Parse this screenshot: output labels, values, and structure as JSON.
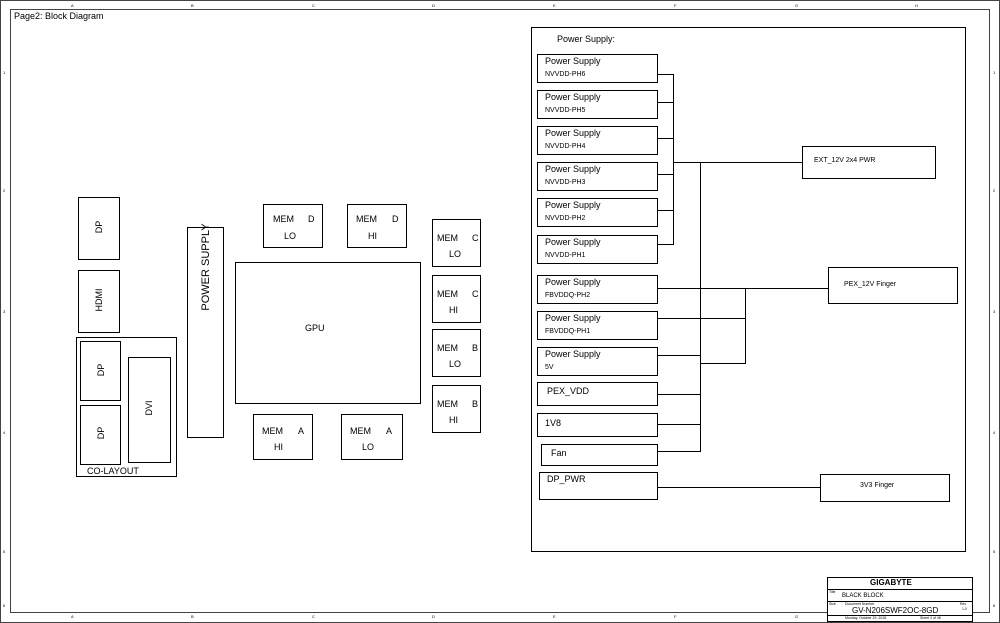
{
  "page_title": "Page2: Block Diagram",
  "frame": {
    "cols": [
      "A",
      "B",
      "C",
      "D",
      "E",
      "F",
      "G",
      "H"
    ],
    "rows": [
      "1",
      "2",
      "3",
      "4",
      "5",
      "6"
    ]
  },
  "left": {
    "dp_top": "DP",
    "hdmi": "HDMI",
    "dp_a": "DP",
    "dp_b": "DP",
    "dvi": "DVI",
    "colayout": "CO-LAYOUT",
    "power_supply_vertical": "POWER SUPPLY"
  },
  "gpu": "GPU",
  "mem": {
    "d_lo": {
      "l1": "MEM",
      "ch": "D",
      "l2": "LO"
    },
    "d_hi": {
      "l1": "MEM",
      "ch": "D",
      "l2": "HI"
    },
    "c_lo": {
      "l1": "MEM",
      "ch": "C",
      "l2": "LO"
    },
    "c_hi": {
      "l1": "MEM",
      "ch": "C",
      "l2": "HI"
    },
    "b_lo": {
      "l1": "MEM",
      "ch": "B",
      "l2": "LO"
    },
    "b_hi": {
      "l1": "MEM",
      "ch": "B",
      "l2": "HI"
    },
    "a_hi": {
      "l1": "MEM",
      "ch": "A",
      "l2": "HI"
    },
    "a_lo": {
      "l1": "MEM",
      "ch": "A",
      "l2": "LO"
    }
  },
  "power": {
    "header": "Power Supply:",
    "supplies": [
      {
        "title": "Power Supply",
        "sub": "NVVDD-PH6"
      },
      {
        "title": "Power Supply",
        "sub": "NVVDD-PH5"
      },
      {
        "title": "Power Supply",
        "sub": "NVVDD-PH4"
      },
      {
        "title": "Power Supply",
        "sub": "NVVDD-PH3"
      },
      {
        "title": "Power Supply",
        "sub": "NVVDD-PH2"
      },
      {
        "title": "Power Supply",
        "sub": "NVVDD-PH1"
      },
      {
        "title": "Power Supply",
        "sub": "FBVDDQ-PH2"
      },
      {
        "title": "Power Supply",
        "sub": "FBVDDQ-PH1"
      },
      {
        "title": "Power Supply",
        "sub": "5V"
      }
    ],
    "pex_vdd": "PEX_VDD",
    "v1v8": "1V8",
    "fan": "Fan",
    "dp_pwr": "DP_PWR",
    "ext_12v": "EXT_12V 2x4 PWR",
    "pex_12v": "PEX_12V Finger",
    "v3v3": "3V3 Finger"
  },
  "title_block": {
    "company": "GIGABYTE",
    "title_label": "Title",
    "title": "BLACK BLOCK",
    "size_label": "Size",
    "doc_label": "Document Number",
    "rev_label": "Rev",
    "model": "GV-N206SWF2OC-8GD",
    "rev": "1.0",
    "date": "Monday, October 29, 2018",
    "sheet": "Sheet  2  of  46"
  }
}
